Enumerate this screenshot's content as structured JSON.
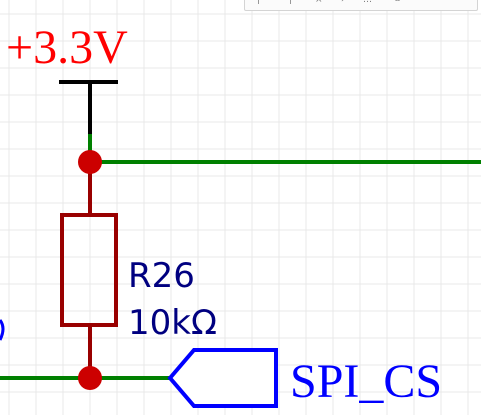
{
  "schematic": {
    "power_symbol": {
      "label": "+3.3V"
    },
    "resistor": {
      "designator": "R26",
      "value": "10kΩ"
    },
    "net_port": {
      "label": "SPI_CS"
    },
    "colors": {
      "background": "#ffffff",
      "grid": "#e8e8e8",
      "wire": "#008000",
      "power_symbol_text": "#ff0000",
      "power_symbol_line": "#000000",
      "component_body": "#990000",
      "junction": "#cc0000",
      "component_text": "#000080",
      "net_port": "#0000ff"
    }
  },
  "toolbar": {
    "icons": [
      "toolbar-icon-1",
      "toolbar-icon-2",
      "toolbar-icon-3",
      "toolbar-icon-4",
      "toolbar-icon-5",
      "toolbar-icon-6"
    ]
  }
}
